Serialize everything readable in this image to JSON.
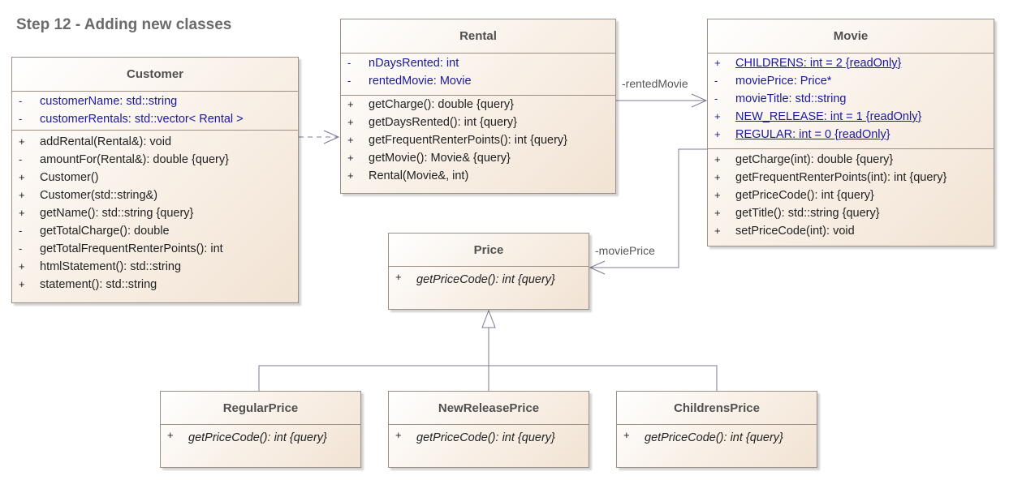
{
  "diagram_title": "Step 12 - Adding new classes",
  "classes": [
    {
      "id": "customer",
      "name": "Customer",
      "attributes": [
        {
          "vis": "-",
          "text": "customerName: std::string",
          "underline": false
        },
        {
          "vis": "-",
          "text": "customerRentals: std::vector< Rental >",
          "underline": false
        }
      ],
      "operations": [
        {
          "vis": "+",
          "text": "addRental(Rental&): void",
          "italic": false
        },
        {
          "vis": "-",
          "text": "amountFor(Rental&): double {query}",
          "italic": false
        },
        {
          "vis": "+",
          "text": "Customer()",
          "italic": false
        },
        {
          "vis": "+",
          "text": "Customer(std::string&)",
          "italic": false
        },
        {
          "vis": "+",
          "text": "getName(): std::string {query}",
          "italic": false
        },
        {
          "vis": "-",
          "text": "getTotalCharge(): double",
          "italic": false
        },
        {
          "vis": "-",
          "text": "getTotalFrequentRenterPoints(): int",
          "italic": false
        },
        {
          "vis": "+",
          "text": "htmlStatement(): std::string",
          "italic": false
        },
        {
          "vis": "+",
          "text": "statement(): std::string",
          "italic": false
        }
      ]
    },
    {
      "id": "rental",
      "name": "Rental",
      "attributes": [
        {
          "vis": "-",
          "text": "nDaysRented: int",
          "underline": false
        },
        {
          "vis": "-",
          "text": "rentedMovie: Movie",
          "underline": false
        }
      ],
      "operations": [
        {
          "vis": "+",
          "text": "getCharge(): double {query}",
          "italic": false
        },
        {
          "vis": "+",
          "text": "getDaysRented(): int {query}",
          "italic": false
        },
        {
          "vis": "+",
          "text": "getFrequentRenterPoints(): int {query}",
          "italic": false
        },
        {
          "vis": "+",
          "text": "getMovie(): Movie& {query}",
          "italic": false
        },
        {
          "vis": "+",
          "text": "Rental(Movie&, int)",
          "italic": false
        }
      ]
    },
    {
      "id": "movie",
      "name": "Movie",
      "attributes": [
        {
          "vis": "+",
          "text": "CHILDRENS: int = 2 {readOnly}",
          "underline": true
        },
        {
          "vis": "-",
          "text": "moviePrice: Price*",
          "underline": false
        },
        {
          "vis": "-",
          "text": "movieTitle: std::string",
          "underline": false
        },
        {
          "vis": "+",
          "text": "NEW_RELEASE: int = 1 {readOnly}",
          "underline": true
        },
        {
          "vis": "+",
          "text": "REGULAR: int = 0 {readOnly}",
          "underline": true
        }
      ],
      "operations": [
        {
          "vis": "+",
          "text": "getCharge(int): double {query}",
          "italic": false
        },
        {
          "vis": "+",
          "text": "getFrequentRenterPoints(int): int {query}",
          "italic": false
        },
        {
          "vis": "+",
          "text": "getPriceCode(): int {query}",
          "italic": false
        },
        {
          "vis": "+",
          "text": "getTitle(): std::string {query}",
          "italic": false
        },
        {
          "vis": "+",
          "text": "setPriceCode(int): void",
          "italic": false
        }
      ]
    },
    {
      "id": "price",
      "name": "Price",
      "attributes": [],
      "operations": [
        {
          "vis": "+",
          "text": "getPriceCode(): int {query}",
          "italic": true
        }
      ]
    },
    {
      "id": "regular-price",
      "name": "RegularPrice",
      "attributes": [],
      "operations": [
        {
          "vis": "+",
          "text": "getPriceCode(): int {query}",
          "italic": true
        }
      ]
    },
    {
      "id": "new-release-price",
      "name": "NewReleasePrice",
      "attributes": [],
      "operations": [
        {
          "vis": "+",
          "text": "getPriceCode(): int {query}",
          "italic": true
        }
      ]
    },
    {
      "id": "childrens-price",
      "name": "ChildrensPrice",
      "attributes": [],
      "operations": [
        {
          "vis": "+",
          "text": "getPriceCode(): int {query}",
          "italic": true
        }
      ]
    }
  ],
  "relations": [
    {
      "id": "customer-rental-dependency",
      "type": "dependency",
      "from": "Customer",
      "to": "Rental",
      "label": ""
    },
    {
      "id": "rental-movie-association",
      "type": "association",
      "from": "Rental",
      "to": "Movie",
      "label": "-rentedMovie"
    },
    {
      "id": "movie-price-association",
      "type": "association",
      "from": "Movie",
      "to": "Price",
      "label": "-moviePrice"
    },
    {
      "id": "price-generalization",
      "type": "generalization",
      "from": [
        "RegularPrice",
        "NewReleasePrice",
        "ChildrensPrice"
      ],
      "to": "Price",
      "label": ""
    }
  ]
}
